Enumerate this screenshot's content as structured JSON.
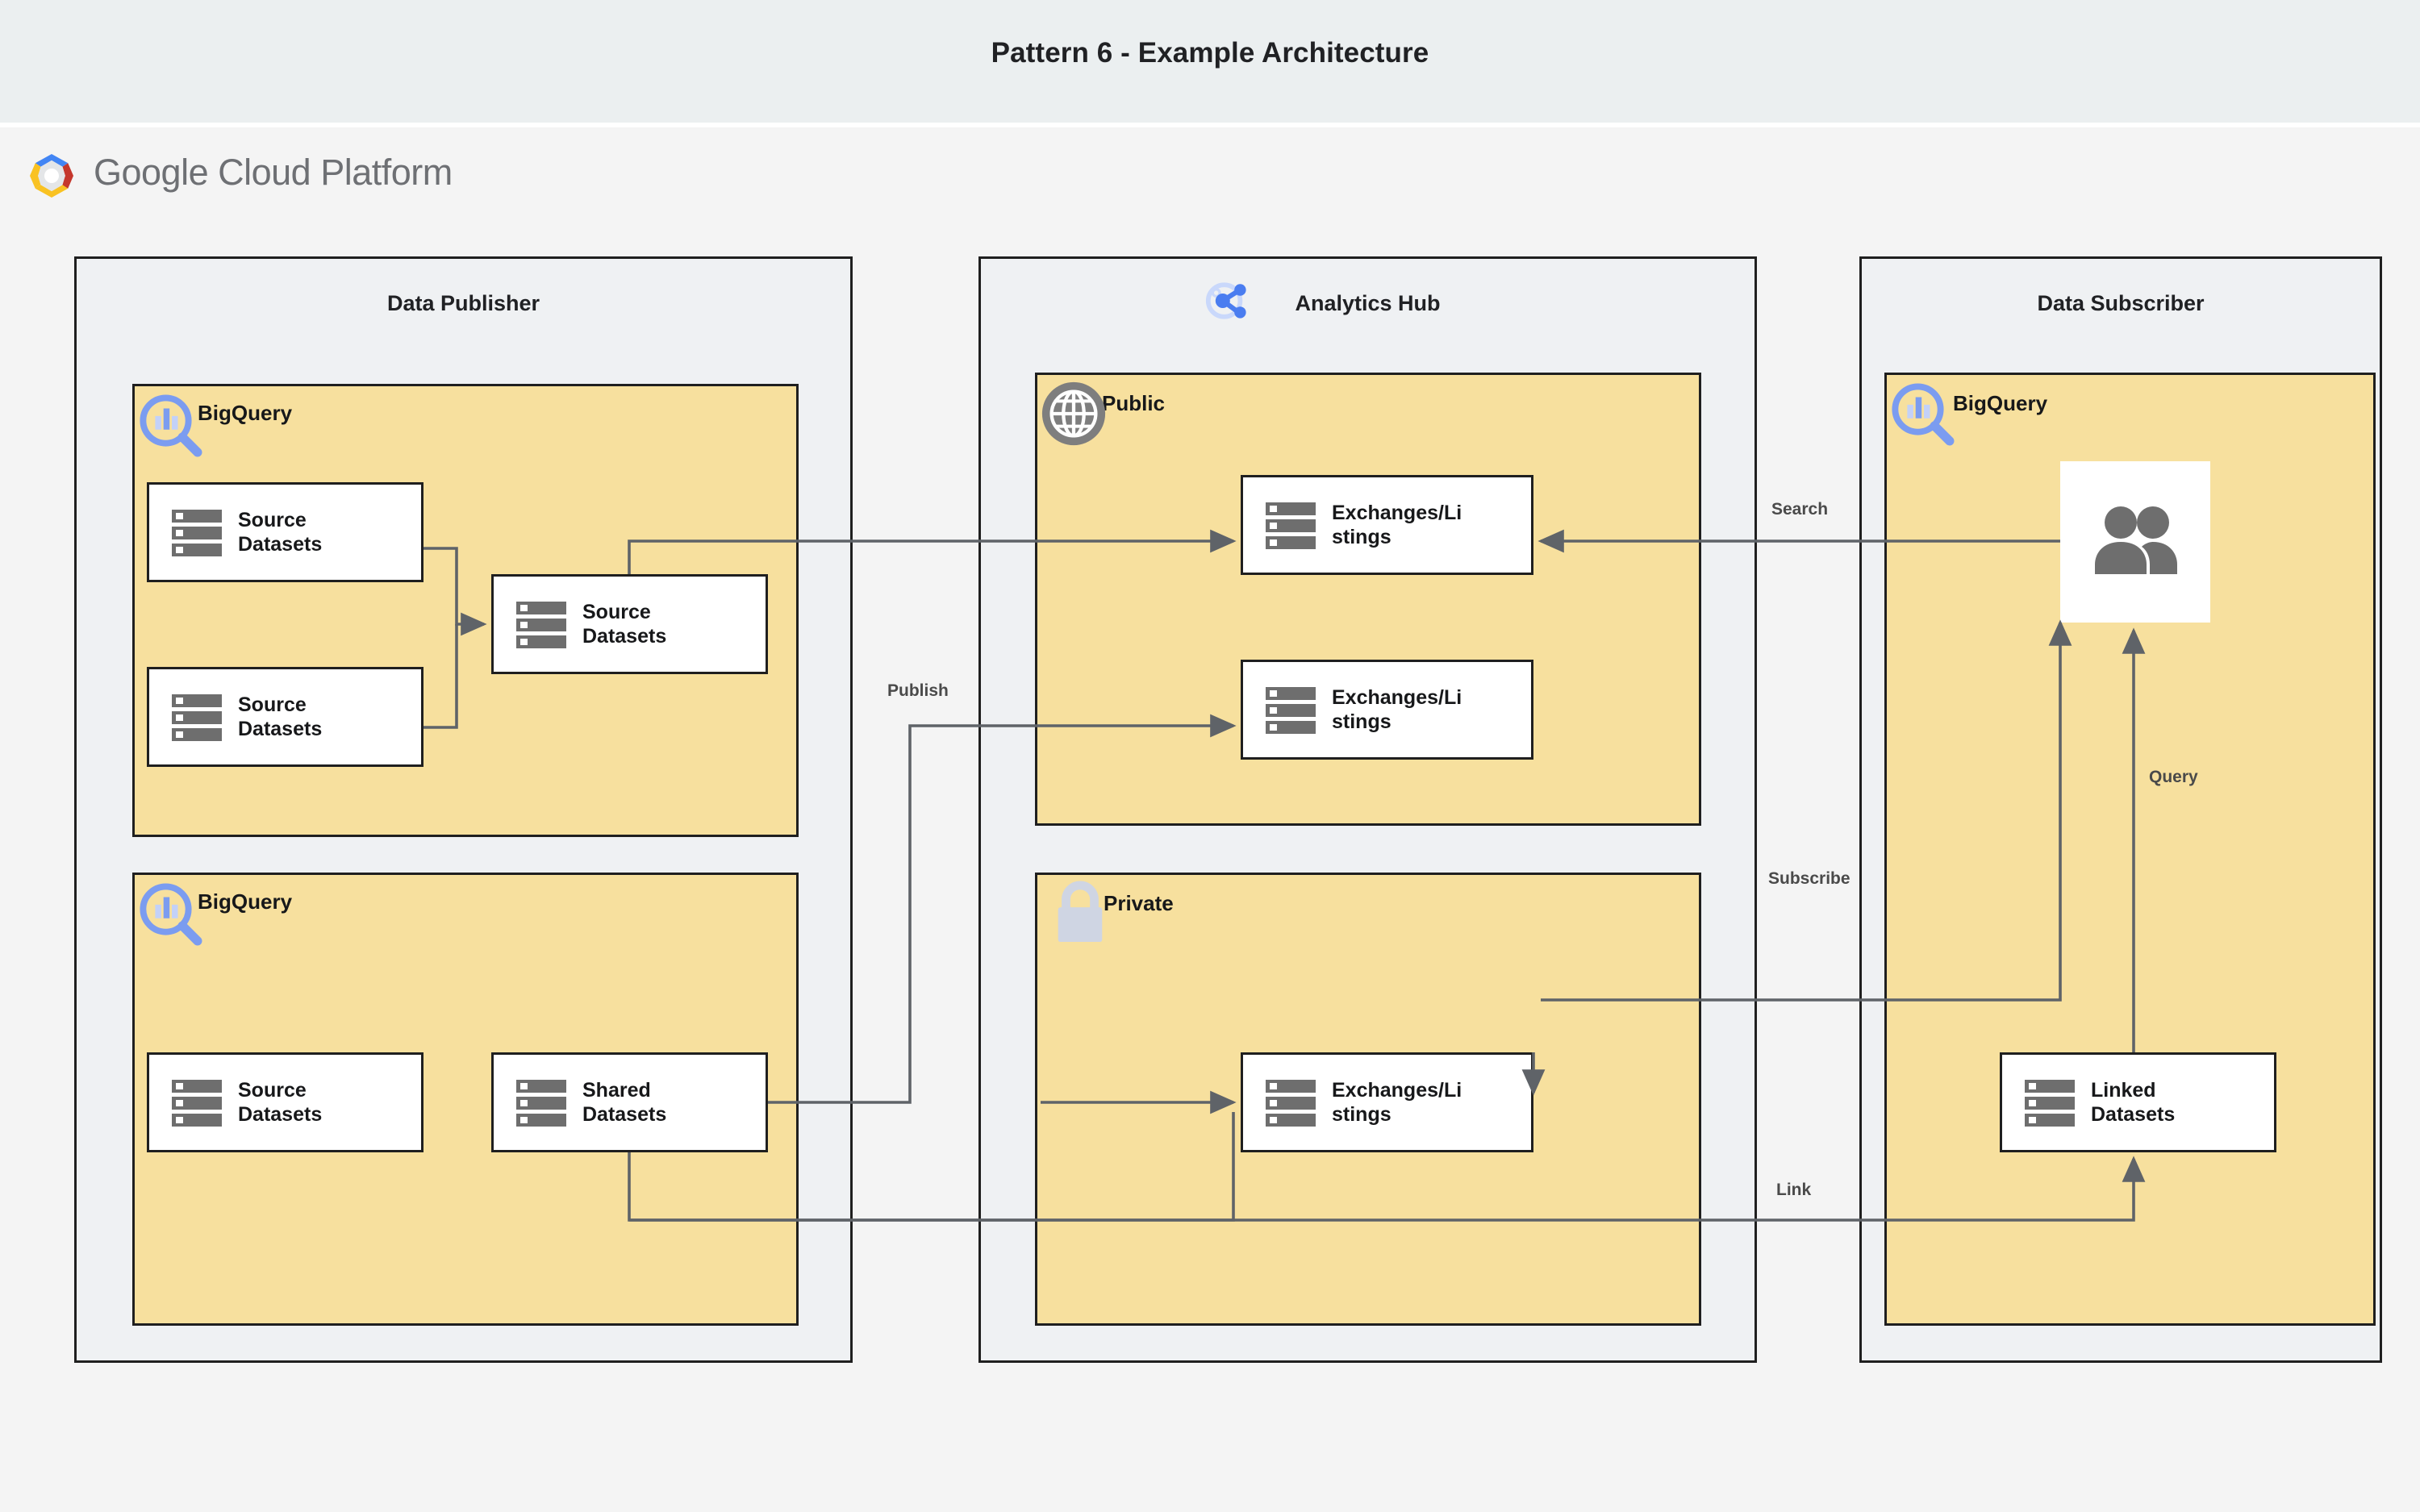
{
  "page": {
    "title": "Pattern 6 - Example Architecture",
    "brand": {
      "name": "Google Cloud Platform",
      "logo_icon": "gcp-hexagon-logo",
      "colors": {
        "blue": "#4285F4",
        "red": "#C5372C",
        "yellow": "#F9C222",
        "grey": "#6E7074"
      }
    },
    "colors": {
      "title_band": "#EBEFF0",
      "canvas": "#F4F4F4",
      "group_panel": "#EFF1F3",
      "service_box": "#F7E09E",
      "node_box": "#FFFFFF",
      "stroke": "#1F1F1F",
      "connector": "#5F6368",
      "icon_grey": "#6E6E6E",
      "bigquery_blue": "#7B9CF0",
      "analytics_hub_blue": "#4A7DF0",
      "lock_grey": "#CFD5E3"
    }
  },
  "groups": [
    {
      "id": "publisher",
      "title": "Data Publisher",
      "icon": null
    },
    {
      "id": "hub",
      "title": "Analytics Hub",
      "icon": "analytics-hub-icon"
    },
    {
      "id": "subscriber",
      "title": "Data Subscriber",
      "icon": null
    }
  ],
  "services": [
    {
      "id": "pub-bq-top",
      "label": "BigQuery",
      "icon": "bigquery-icon",
      "group": "publisher"
    },
    {
      "id": "pub-bq-bot",
      "label": "BigQuery",
      "icon": "bigquery-icon",
      "group": "publisher"
    },
    {
      "id": "hub-public",
      "label": "Public",
      "icon": "globe-icon",
      "group": "hub"
    },
    {
      "id": "hub-private",
      "label": "Private",
      "icon": "lock-icon",
      "group": "hub"
    },
    {
      "id": "sub-bq",
      "label": "BigQuery",
      "icon": "bigquery-icon",
      "group": "subscriber"
    }
  ],
  "nodes": [
    {
      "id": "src-a",
      "line1": "Source",
      "line2": "Datasets",
      "icon": "datasets-icon",
      "service": "pub-bq-top"
    },
    {
      "id": "src-b",
      "line1": "Source",
      "line2": "Datasets",
      "icon": "datasets-icon",
      "service": "pub-bq-top"
    },
    {
      "id": "src-c",
      "line1": "Source",
      "line2": "Datasets",
      "icon": "datasets-icon",
      "service": "pub-bq-top"
    },
    {
      "id": "src-d",
      "line1": "Source",
      "line2": "Datasets",
      "icon": "datasets-icon",
      "service": "pub-bq-bot"
    },
    {
      "id": "shared",
      "line1": "Shared",
      "line2": "Datasets",
      "icon": "datasets-icon",
      "service": "pub-bq-bot"
    },
    {
      "id": "exch-1",
      "line1": "Exchanges/Lis",
      "line2": "tings",
      "icon": "datasets-icon",
      "service": "hub-public"
    },
    {
      "id": "exch-2",
      "line1": "Exchanges/Lis",
      "line2": "tings",
      "icon": "datasets-icon",
      "service": "hub-public"
    },
    {
      "id": "exch-3",
      "line1": "Exchanges/Lis",
      "line2": "tings",
      "icon": "datasets-icon",
      "service": "hub-private"
    },
    {
      "id": "users",
      "line1": "",
      "line2": "",
      "icon": "users-icon",
      "service": "sub-bq"
    },
    {
      "id": "linked",
      "line1": "Linked",
      "line2": "Datasets",
      "icon": "datasets-icon",
      "service": "sub-bq"
    }
  ],
  "edge_labels": {
    "publish": "Publish",
    "search": "Search",
    "subscribe": "Subscribe",
    "query": "Query",
    "link": "Link"
  }
}
